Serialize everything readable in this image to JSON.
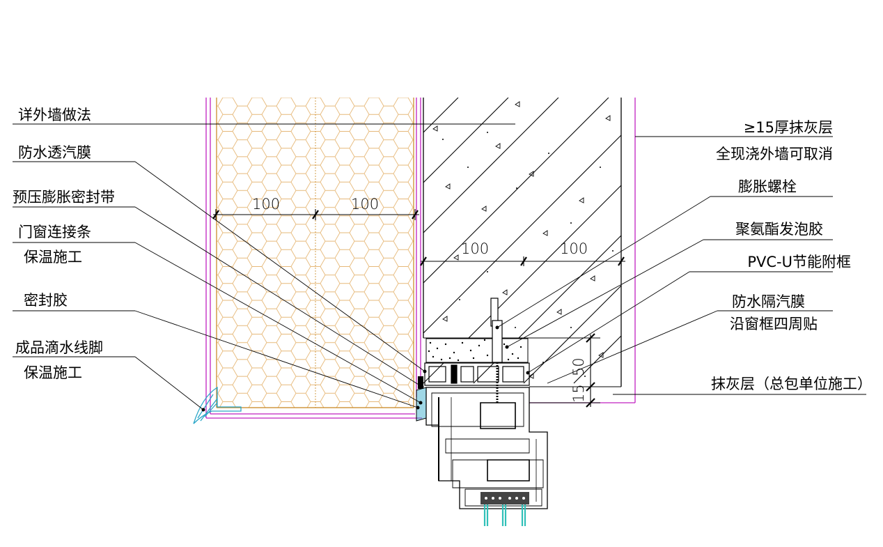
{
  "labels": {
    "left": [
      "详外墙做法",
      "防水透汽膜",
      "预压膨胀密封带",
      "门窗连接条",
      "保温施工",
      "密封胶",
      "成品滴水线脚",
      "保温施工"
    ],
    "right": [
      "≥15厚抹灰层",
      "全现浇外墙可取消",
      "膨胀螺栓",
      "聚氨酯发泡胶",
      "PVC-U节能附框",
      "防水隔汽膜",
      "沿窗框四周贴",
      "抹灰层（总包单位施工）"
    ]
  },
  "dimensions": {
    "insulation_spacing": [
      "100",
      "100"
    ],
    "wall_spacing": [
      "100",
      "100"
    ],
    "frame_height": "50",
    "plaster_gap": "15"
  },
  "colors": {
    "line": "#000000",
    "insulation_hex": "#e0b070",
    "insulation_edge": "#c8841c",
    "membrane": "#c020c0",
    "drip_cap": "#2aa6c8",
    "glass": "#30c0b8"
  }
}
